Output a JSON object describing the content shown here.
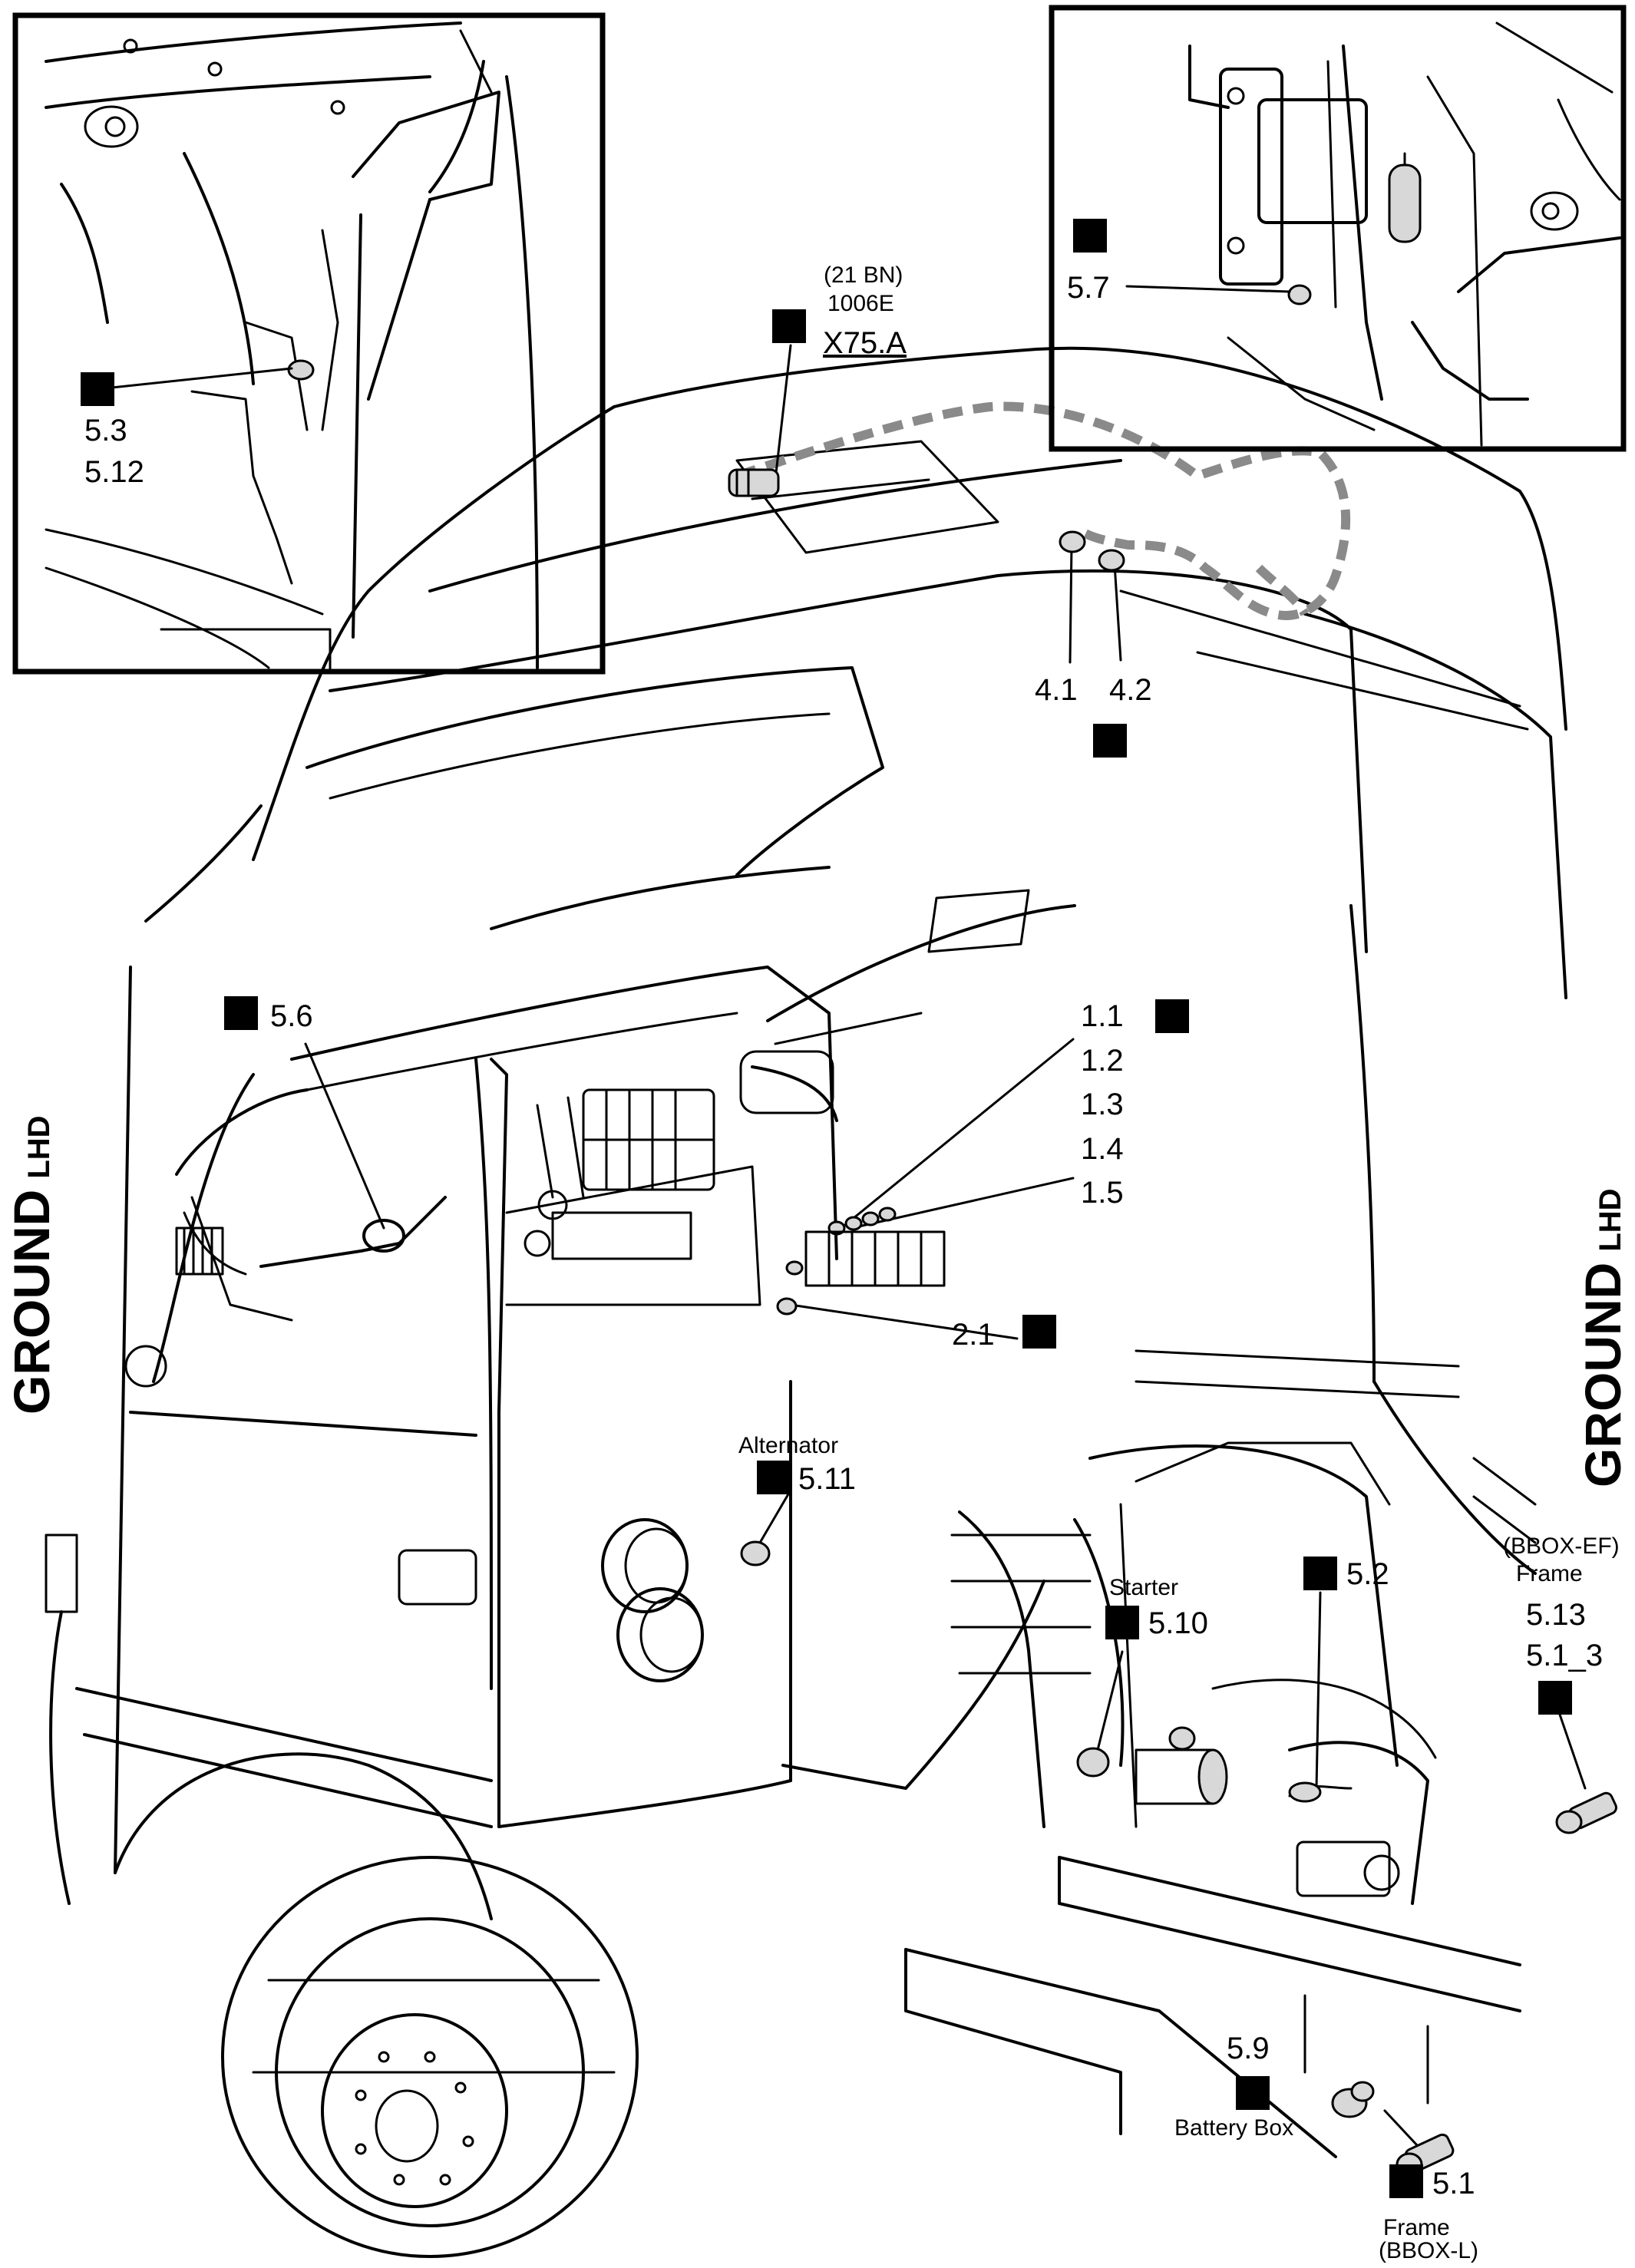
{
  "side_titles": {
    "left_main": "GROUND",
    "left_sub": "LHD",
    "right_main": "GROUND",
    "right_sub": "LHD"
  },
  "callouts": {
    "x75a": {
      "line1": "(21 BN)",
      "line2": "1006E",
      "line3": "X75.A"
    },
    "inset_left": {
      "line1": "5.3",
      "line2": "5.12"
    },
    "inset_right": {
      "label": "5.7"
    },
    "roof": {
      "a": "4.1",
      "b": "4.2"
    },
    "steering": {
      "label": "5.6"
    },
    "dash_group": {
      "items": [
        "1.1",
        "1.2",
        "1.3",
        "1.4",
        "1.5"
      ]
    },
    "dash_single": {
      "label": "2.1"
    },
    "alternator": {
      "name": "Alternator",
      "label": "5.11"
    },
    "starter": {
      "name": "Starter",
      "label": "5.10"
    },
    "frame_5_2": {
      "label": "5.2"
    },
    "frame_ef": {
      "code": "(BBOX-EF)",
      "name": "Frame",
      "line1": "5.13",
      "line2": "5.1_3"
    },
    "battery_box": {
      "label": "5.9",
      "name": "Battery Box"
    },
    "frame_l": {
      "label": "5.1",
      "name": "Frame",
      "code": "(BBOX-L)"
    }
  },
  "icons": [
    "ground-symbol-icon",
    "ground-bolt-icon"
  ]
}
